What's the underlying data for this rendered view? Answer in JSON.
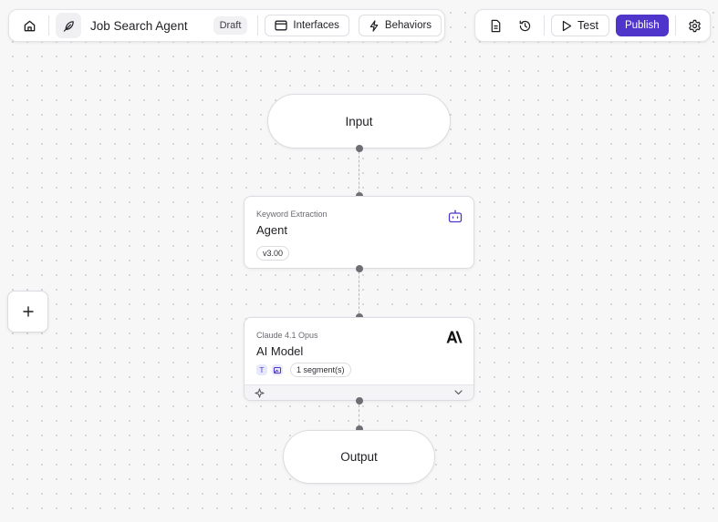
{
  "header": {
    "home_icon": "home-icon",
    "agent_icon": "feather-icon",
    "agent_name": "Job Search Agent",
    "status_badge": "Draft",
    "interfaces_label": "Interfaces",
    "behaviors_label": "Behaviors"
  },
  "actions": {
    "document_icon": "document-icon",
    "history_icon": "history-icon",
    "test_label": "Test",
    "publish_label": "Publish",
    "settings_icon": "gear-icon"
  },
  "flow": {
    "input_label": "Input",
    "output_label": "Output",
    "agent_node": {
      "subtitle": "Keyword Extraction",
      "title": "Agent",
      "version": "v3.00",
      "icon": "robot-icon"
    },
    "model_node": {
      "subtitle": "Claude 4.1 Opus",
      "title": "AI Model",
      "text_badge": "T",
      "segments_label": "1 segment(s)",
      "icon": "anthropic-logo"
    }
  },
  "colors": {
    "accent": "#4f35c9",
    "port": "#6e6e75",
    "canvas": "#f7f7f8"
  }
}
